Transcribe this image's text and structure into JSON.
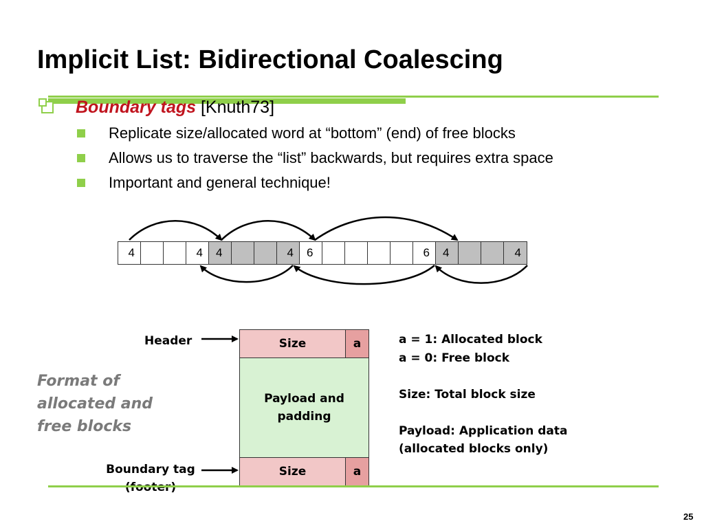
{
  "title": "Implicit List: Bidirectional Coalescing",
  "bullet": {
    "keyword": "Boundary tags",
    "citation": "[Knuth73]"
  },
  "sub_bullets": [
    "Replicate size/allocated word at “bottom” (end) of free blocks",
    "Allows us to traverse the “list” backwards, but requires extra space",
    "Important and general technique!"
  ],
  "heap_cells": [
    "4",
    "",
    "",
    "4",
    "4",
    "",
    "",
    "4",
    "6",
    "",
    "",
    "",
    "",
    "6",
    "4",
    "",
    "",
    "4"
  ],
  "block": {
    "header_label": "Header",
    "footer_label": "Boundary tag\n(footer)",
    "size_label": "Size",
    "a_label": "a",
    "payload_label": "Payload and padding"
  },
  "format_caption": "Format of allocated and free blocks",
  "legend": {
    "line1": "a = 1: Allocated block",
    "line2": "a = 0: Free block",
    "line3": "Size: Total block size",
    "line4": "Payload: Application data",
    "line5": "(allocated blocks only)"
  },
  "page_number": "25",
  "colors": {
    "accent_green": "#8fcf4a",
    "keyword_red": "#c0141e",
    "tag_pink": "#f2c7c7",
    "payload_green": "#d8f2d3"
  }
}
